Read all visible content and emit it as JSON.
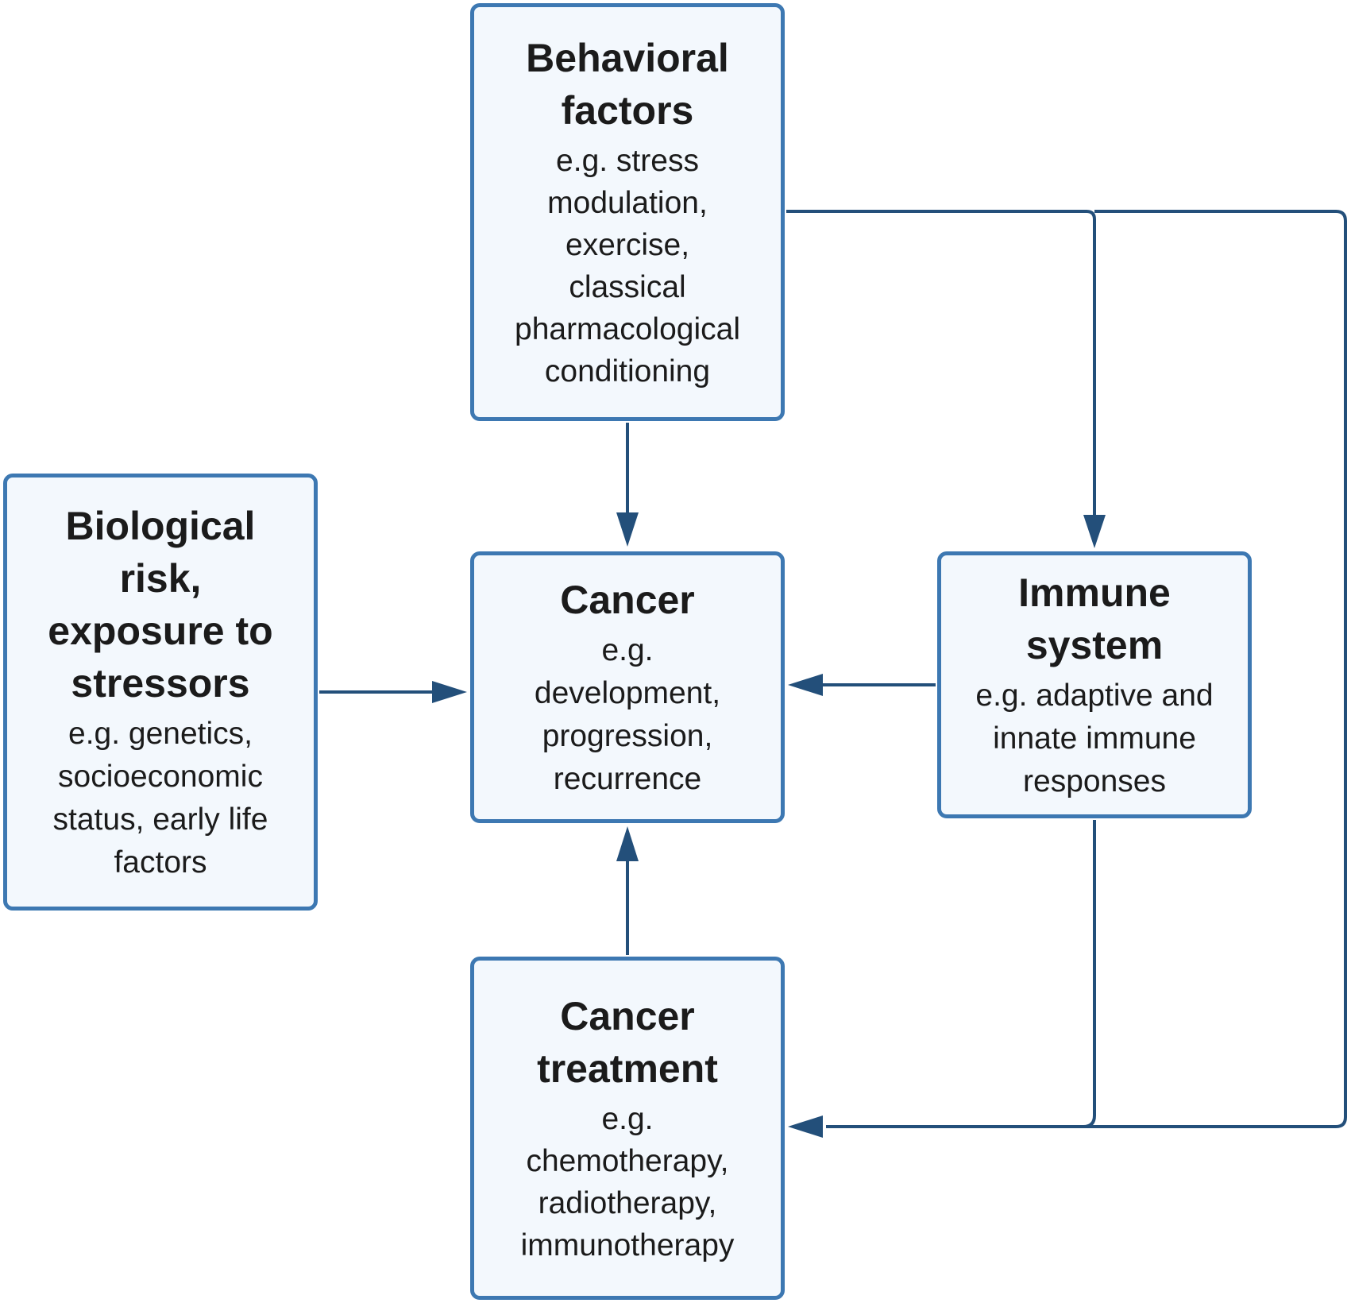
{
  "colors": {
    "box_fill": "#f3f8fd",
    "box_border": "#3d78b2",
    "arrow": "#234f7a",
    "text": "#1b1b1b"
  },
  "nodes": {
    "behavioral": {
      "title": [
        "Behavioral",
        "factors"
      ],
      "desc": [
        "e.g. stress",
        "modulation,",
        "exercise,",
        "classical",
        "pharmacological",
        "conditioning"
      ]
    },
    "biological": {
      "title": [
        "Biological",
        "risk,",
        "exposure to",
        "stressors"
      ],
      "desc": [
        "e.g. genetics,",
        "socioeconomic",
        "status, early life",
        "factors"
      ]
    },
    "cancer": {
      "title": [
        "Cancer"
      ],
      "desc": [
        "e.g.",
        "development,",
        "progression,",
        "recurrence"
      ]
    },
    "immune": {
      "title": [
        "Immune",
        "system"
      ],
      "desc": [
        "e.g. adaptive and",
        "innate immune",
        "responses"
      ]
    },
    "treatment": {
      "title": [
        "Cancer",
        "treatment"
      ],
      "desc": [
        "e.g.",
        "chemotherapy,",
        "radiotherapy,",
        "immunotherapy"
      ]
    }
  },
  "edges": [
    {
      "from": "behavioral",
      "to": "cancer"
    },
    {
      "from": "behavioral",
      "to": "immune"
    },
    {
      "from": "behavioral",
      "to": "treatment"
    },
    {
      "from": "biological",
      "to": "cancer"
    },
    {
      "from": "immune",
      "to": "cancer"
    },
    {
      "from": "immune",
      "to": "treatment"
    },
    {
      "from": "treatment",
      "to": "cancer"
    }
  ]
}
